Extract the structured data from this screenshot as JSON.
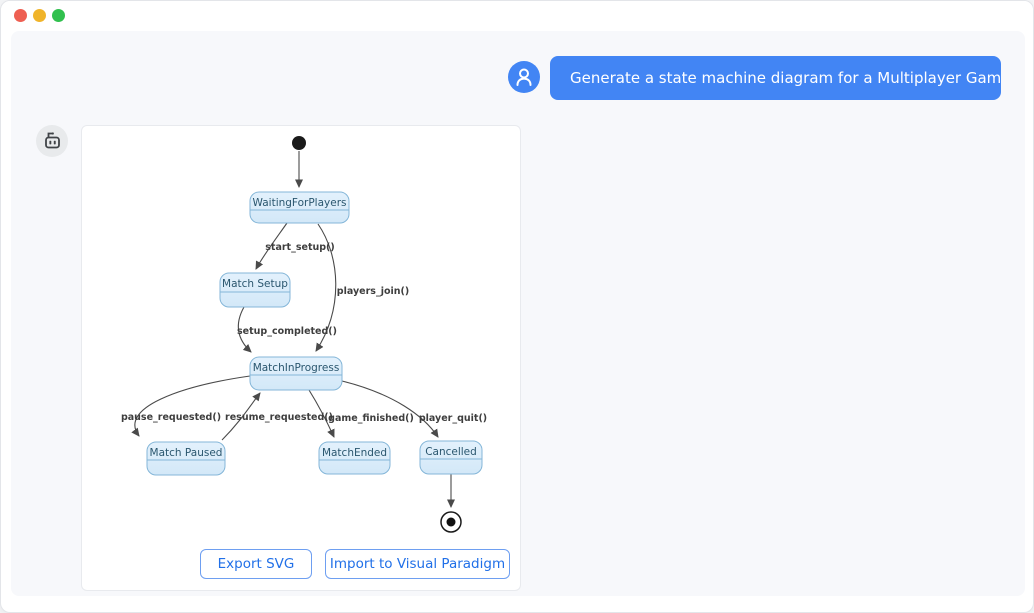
{
  "window": {
    "controls": [
      "close",
      "minimize",
      "zoom"
    ]
  },
  "chat": {
    "user_message": "Generate a state machine diagram for a Multiplayer Game Match."
  },
  "diagram": {
    "type": "uml-state-machine",
    "states": [
      {
        "label": "WaitingForPlayers"
      },
      {
        "label": "Match Setup"
      },
      {
        "label": "MatchInProgress"
      },
      {
        "label": "Match Paused"
      },
      {
        "label": "MatchEnded"
      },
      {
        "label": "Cancelled"
      }
    ],
    "pseudostates": [
      "initial",
      "final"
    ],
    "transitions": [
      {
        "from": "initial",
        "to": "WaitingForPlayers",
        "label": ""
      },
      {
        "from": "WaitingForPlayers",
        "to": "Match Setup",
        "label": "start_setup()"
      },
      {
        "from": "WaitingForPlayers",
        "to": "MatchInProgress",
        "label": "players_join()"
      },
      {
        "from": "Match Setup",
        "to": "MatchInProgress",
        "label": "setup_completed()"
      },
      {
        "from": "MatchInProgress",
        "to": "Match Paused",
        "label": "pause_requested()"
      },
      {
        "from": "Match Paused",
        "to": "MatchInProgress",
        "label": "resume_requested()"
      },
      {
        "from": "MatchInProgress",
        "to": "MatchEnded",
        "label": "game_finished()"
      },
      {
        "from": "MatchInProgress",
        "to": "Cancelled",
        "label": "player_quit()"
      },
      {
        "from": "Cancelled",
        "to": "final",
        "label": ""
      }
    ],
    "buttons": [
      {
        "label": "Export SVG"
      },
      {
        "label": "Import to Visual Paradigm"
      }
    ]
  },
  "colors": {
    "accent_blue": "#4285f4",
    "state_fill": "#d9edfb",
    "state_border": "#84b6d8",
    "state_text": "#2a566e",
    "edge": "#4a4a4a",
    "button_text": "#2170e8",
    "button_border": "#6e9ff1",
    "panel_bg": "#f7f8fb"
  }
}
